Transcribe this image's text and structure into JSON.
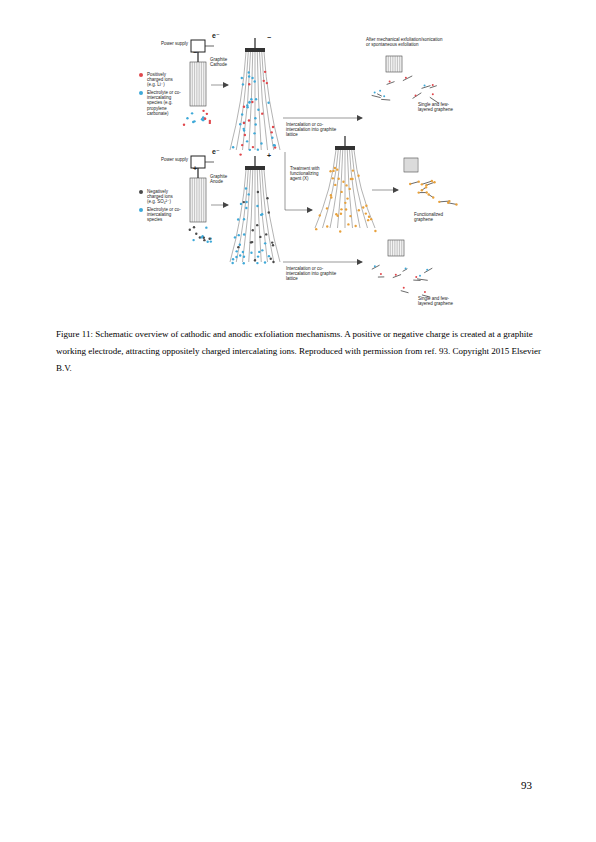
{
  "diagram": {
    "caption": "Figure 11: Schematic overview of cathodic and anodic exfoliation mechanisms. A positive or negative charge is created at a graphite working electrode, attracting oppositely charged intercalating ions. Reproduced with permission from ref. 93. Copyright 2015 Elsevier B.V.",
    "labels": [
      "Power supply",
      "e⁻",
      "−",
      "Graphite Cathode",
      "Intercalation or co-intercalation into graphite lattice",
      "After mechanical exfoliation/sonication or spontaneous exfoliation",
      "Single and few-layered graphene",
      "Treatment with functionalizing agent (X)",
      "Functionalized graphene",
      "Power supply",
      "e⁻",
      "+",
      "Graphite Anode",
      "Intercalation or co-intercalation into graphite lattice",
      "Single and few-layered graphene",
      "93",
      "−",
      "+"
    ],
    "legend": [
      {
        "text": "Positively charged ions (e.g. Li⁺)",
        "color": "#e0474c"
      },
      {
        "text": "Electrolyte or co-intercalating species (e.g. propylene carbonate)",
        "color": "#3fa9d8"
      },
      {
        "text": "Negatively charged ions (e.g. SO₄²⁻)",
        "color": "#4a4a4a"
      },
      {
        "text": "Electrolyte or co-intercalating species",
        "color": "#3fa9d8"
      }
    ]
  }
}
